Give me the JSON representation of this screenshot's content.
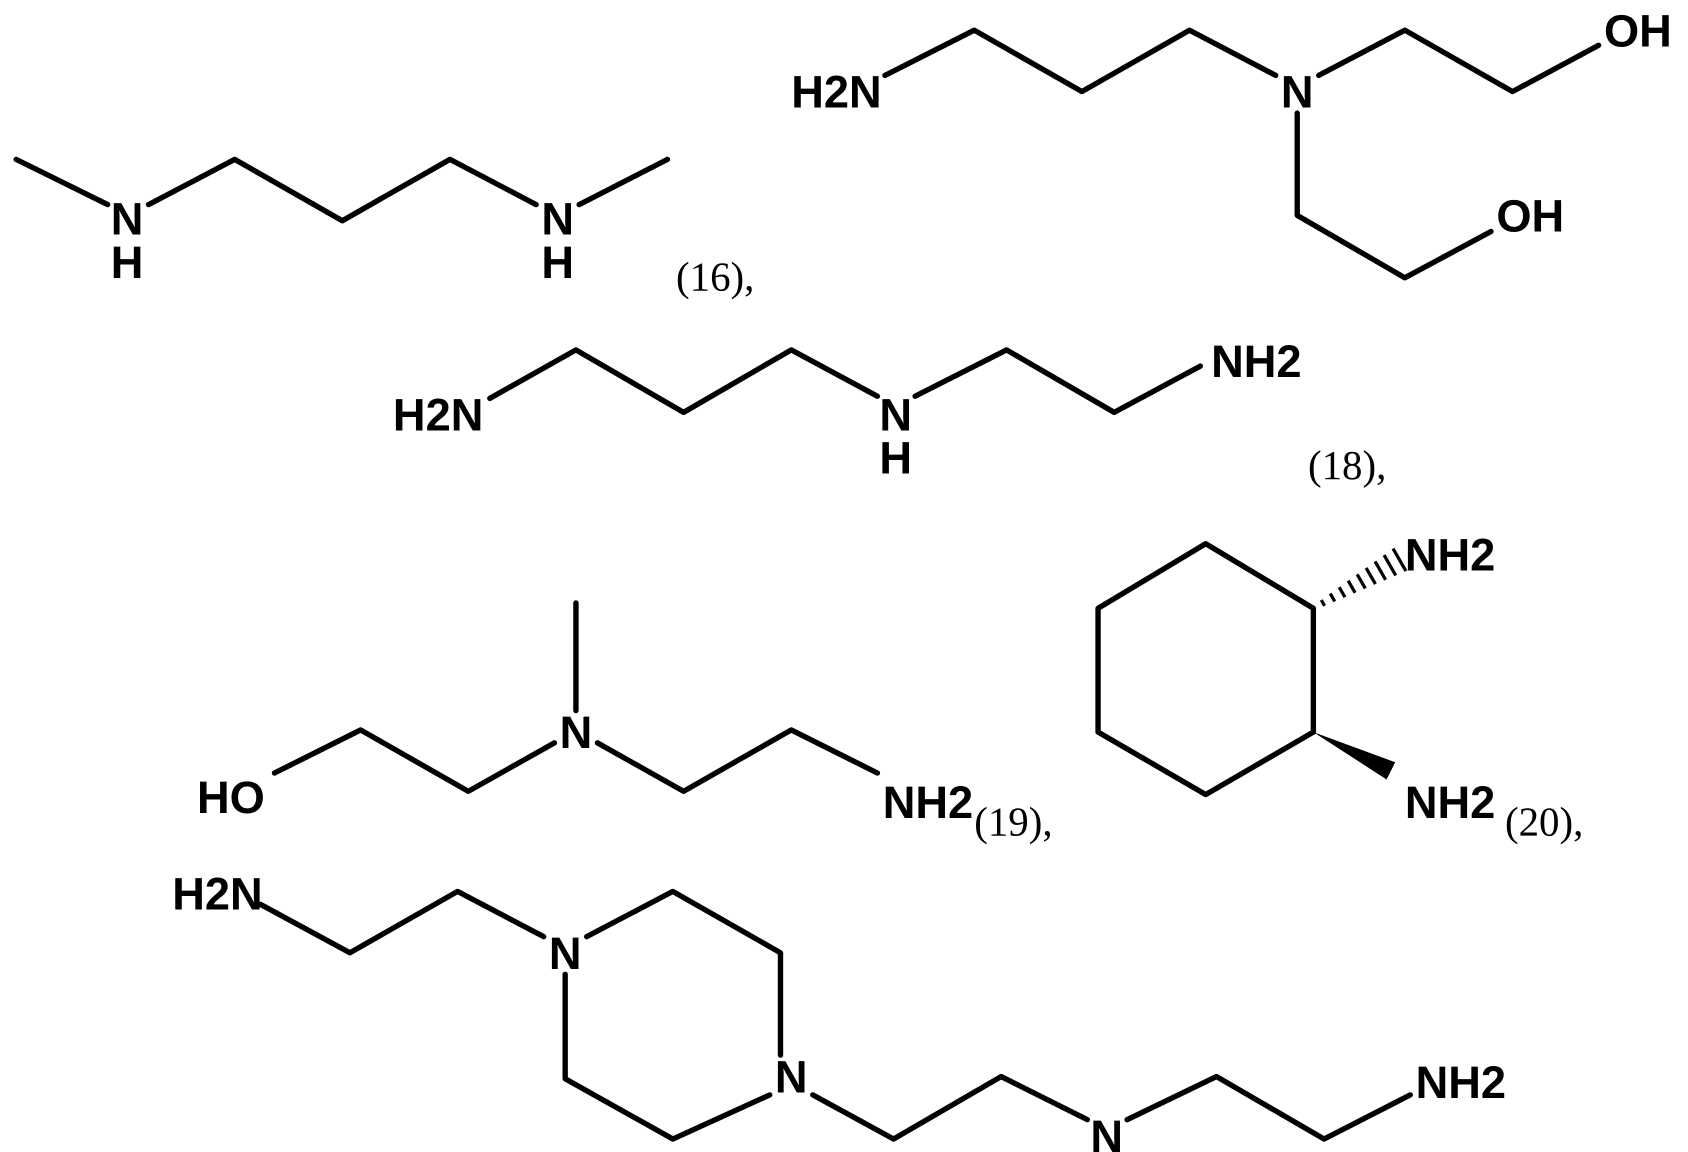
{
  "compounds": [
    {
      "id": "16",
      "label": "(16),",
      "atoms": [
        "N",
        "H",
        "N",
        "H"
      ]
    },
    {
      "id": "17",
      "label": "",
      "atoms": [
        "H2N",
        "N",
        "OH",
        "OH"
      ]
    },
    {
      "id": "18",
      "label": "(18),",
      "atoms": [
        "H2N",
        "N",
        "H",
        "NH2"
      ]
    },
    {
      "id": "19",
      "label": "(19),",
      "atoms": [
        "HO",
        "N",
        "NH2"
      ]
    },
    {
      "id": "20",
      "label": "(20),",
      "atoms": [
        "NH2",
        "NH2"
      ],
      "stereo": [
        "hashed-wedge",
        "bold-wedge"
      ]
    },
    {
      "id": "21",
      "label": "",
      "atoms": [
        "H2N",
        "N",
        "N",
        "N",
        "NH2"
      ]
    }
  ]
}
